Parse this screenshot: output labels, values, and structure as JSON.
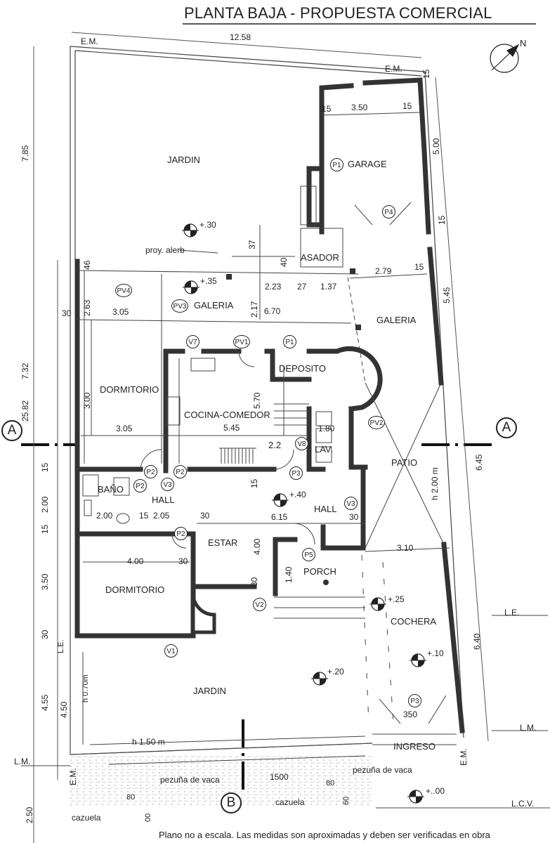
{
  "title": "PLANTA BAJA - PROPUESTA COMERCIAL",
  "north": "N",
  "footer_note": "Plano no a escala. Las medidas son aproximadas y deben ser verificadas en obra",
  "sections": {
    "a": "A",
    "b": "B"
  },
  "rooms": {
    "jardin_top": "JARDIN",
    "garage": "GARAGE",
    "asador": "ASADOR",
    "galeria_left": "GALERIA",
    "galeria_right": "GALERIA",
    "deposito": "DEPOSITO",
    "dormitorio_top": "DORMITORIO",
    "cocina": "COCINA-COMEDOR",
    "lav": "LAV.",
    "patio": "PATIO",
    "bano": "BAÑO",
    "hall_left": "HALL",
    "hall_right": "HALL",
    "estar": "ESTAR",
    "porch": "PORCH",
    "dormitorio_bottom": "DORMITORIO",
    "cochera": "COCHERA",
    "jardin_bottom": "JARDIN",
    "ingreso": "INGRESO"
  },
  "markers": {
    "p1_garage": "P1",
    "p4": "P4",
    "pv4": "PV4",
    "pv3": "PV3",
    "v7": "V7",
    "pv1": "PV1",
    "p1_dep": "P1",
    "pv2": "PV2",
    "v8": "V8",
    "p2_a": "P2",
    "p2_b": "P2",
    "p2_c": "P2",
    "p2_d": "P2",
    "v3_a": "V3",
    "p3_a": "P3",
    "v3_b": "V3",
    "p5": "P5",
    "v2": "V2",
    "v1": "V1",
    "p3_b": "P3"
  },
  "levels": {
    "l030": "+.30",
    "l035": "+.35",
    "l040": "+.40",
    "l025": "+.25",
    "l010": "+.10",
    "l020": "+.20",
    "l000": "+..00"
  },
  "notes": {
    "em_top_left": "E.M.",
    "em_top_right": "E.M.",
    "em_bottom_right": "E.M.",
    "em_bottom_left": "E.M.",
    "le_right": "L.E.",
    "le_left": "L.E.",
    "lm_right": "L.M.",
    "lm_left": "L.M.",
    "lcv": "L.C.V.",
    "proy": "proy. alerb",
    "h_fence": "h 1.50 m",
    "h_070": "h 0.70m",
    "h_patio": "h 2.00 m",
    "pezuna_left": "pezuña de vaca",
    "pezuna_right": "pezuña de vaca",
    "cazuela_left": "cazuela",
    "cazuela_right": "cazuela",
    "d1500": "1500",
    "d350": "350",
    "d80_left": "80",
    "d80_right": "80",
    "d00": "00",
    "d60": "60",
    "d22": "2.2"
  },
  "dims": {
    "top_width": "12.58",
    "g15a": "15",
    "g350": "3.50",
    "g15b": "15",
    "g15c": "15",
    "d37": "37",
    "d40": "40",
    "d27": "27",
    "d223": "2.23",
    "d137": "1.37",
    "d279": "2.79",
    "d15r": "15",
    "d46": "46",
    "d263": "2.63",
    "d30a": "30",
    "d305a": "3.05",
    "d217": "2.17",
    "d670": "6.70",
    "d300": "3.00",
    "d570": "5.70",
    "d305b": "3.05",
    "d545c": "5.45",
    "d180": "1.80",
    "d15l": "15",
    "d200v": "2.00",
    "d15l2": "15",
    "d200h": "2.00",
    "d15h": "15",
    "d205": "2.05",
    "d30b": "30",
    "d15m": "15",
    "d615": "6.15",
    "d30c": "30",
    "d400v": "4.00",
    "d400h": "4.00",
    "d30d": "30",
    "d350v": "3.50",
    "d30e": "30",
    "d140": "1.40",
    "d310": "3.10",
    "d30f": "30",
    "d455": "4.55",
    "d450": "4.50",
    "r500": "5.00",
    "r15": "15",
    "r545": "5.45",
    "r645": "6.45",
    "r640": "6.40",
    "l785": "7.85",
    "l732": "7.32",
    "l2582": "25.82",
    "l250": "2.50"
  }
}
